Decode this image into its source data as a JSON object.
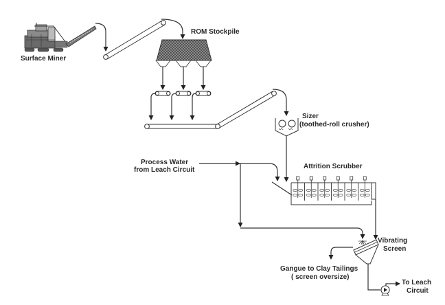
{
  "diagram": {
    "title": "",
    "labels": {
      "surface_miner": "Surface Miner",
      "rom_stockpile": "ROM Stockpile",
      "sizer_line1": "Sizer",
      "sizer_line2": "(toothed-roll crusher)",
      "process_water_line1": "Process Water",
      "process_water_line2": "from Leach Circuit",
      "attrition_scrubber": "Attrition  Scrubber",
      "vibrating_screen_line1": "Vibrating",
      "vibrating_screen_line2": "Screen",
      "gangue_line1": "Gangue to Clay Tailings",
      "gangue_line2": "( screen oversize)",
      "to_leach_line1": "To Leach",
      "to_leach_line2": "Circuit"
    },
    "equipment": [
      {
        "id": "surface-miner",
        "name": "Surface Miner"
      },
      {
        "id": "incline-conveyor-1",
        "name": "Conveyor"
      },
      {
        "id": "rom-stockpile",
        "name": "ROM Stockpile",
        "hoppers": 3
      },
      {
        "id": "feeder-conveyors",
        "name": "Feeder Conveyors",
        "count": 3
      },
      {
        "id": "collecting-conveyor",
        "name": "Collecting Conveyor"
      },
      {
        "id": "incline-conveyor-2",
        "name": "Conveyor"
      },
      {
        "id": "sizer",
        "name": "Sizer (toothed-roll crusher)",
        "rolls": 2
      },
      {
        "id": "attrition-scrubber",
        "name": "Attrition Scrubber",
        "cells": 6
      },
      {
        "id": "vibrating-screen",
        "name": "Vibrating Screen"
      },
      {
        "id": "pump",
        "name": "Pump"
      }
    ],
    "flows": [
      {
        "from": "Surface Miner",
        "to": "Conveyor"
      },
      {
        "from": "Conveyor",
        "to": "ROM Stockpile"
      },
      {
        "from": "ROM Stockpile",
        "to": "Feeder Conveyors"
      },
      {
        "from": "Feeder Conveyors",
        "to": "Collecting Conveyor"
      },
      {
        "from": "Collecting Conveyor",
        "to": "Sizer"
      },
      {
        "from": "Sizer",
        "to": "Attrition Scrubber"
      },
      {
        "from": "Process Water from Leach Circuit",
        "to": "Attrition Scrubber"
      },
      {
        "from": "Process Water from Leach Circuit",
        "to": "Vibrating Screen spray"
      },
      {
        "from": "Attrition Scrubber",
        "to": "Vibrating Screen"
      },
      {
        "from": "Vibrating Screen",
        "to": "Gangue to Clay Tailings (screen oversize)"
      },
      {
        "from": "Vibrating Screen",
        "to": "To Leach Circuit"
      }
    ]
  }
}
